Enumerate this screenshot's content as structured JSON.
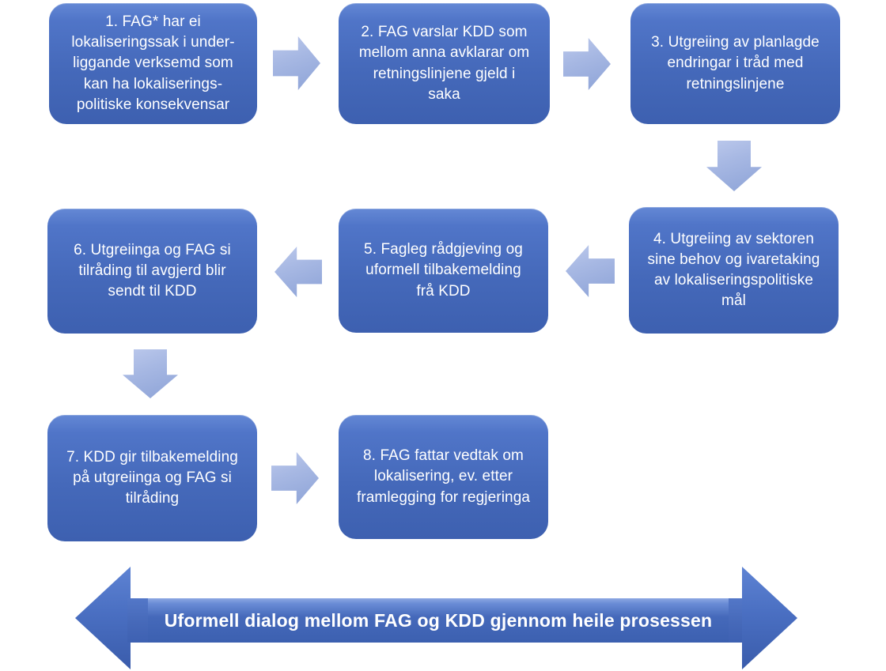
{
  "diagram": {
    "steps": [
      {
        "number": 1,
        "text": "1. FAG* har ei\nlokaliseringssak i under-\nliggande verksemd som\nkan ha  lokaliserings-\npolitiske konsekvensar"
      },
      {
        "number": 2,
        "text": "2. FAG varslar KDD som\nmellom anna avklarar om\nretningslinjene gjeld i\nsaka"
      },
      {
        "number": 3,
        "text": "3. Utgreiing av planlagde\nendringar i tråd med\nretningslinjene"
      },
      {
        "number": 4,
        "text": "4. Utgreiing av sektoren\nsine behov og ivaretaking\nav  lokaliseringspolitiske\nmål"
      },
      {
        "number": 5,
        "text": "5. Fagleg rådgjeving og\nuformell tilbakemelding\nfrå KDD"
      },
      {
        "number": 6,
        "text": "6. Utgreiinga og FAG si\ntilråding til avgjerd blir\nsendt til KDD"
      },
      {
        "number": 7,
        "text": "7. KDD gir tilbakemelding\npå utgreiinga og FAG si\ntilråding"
      },
      {
        "number": 8,
        "text": "8. FAG fattar vedtak om\nlokalisering, ev. etter\nframlegging for regjeringa"
      }
    ],
    "connectors": [
      {
        "from": 1,
        "to": 2,
        "direction": "right"
      },
      {
        "from": 2,
        "to": 3,
        "direction": "right"
      },
      {
        "from": 3,
        "to": 4,
        "direction": "down"
      },
      {
        "from": 4,
        "to": 5,
        "direction": "left"
      },
      {
        "from": 5,
        "to": 6,
        "direction": "left"
      },
      {
        "from": 6,
        "to": 7,
        "direction": "down"
      },
      {
        "from": 7,
        "to": 8,
        "direction": "right"
      }
    ],
    "banner": {
      "text": "Uformell dialog mellom FAG og KDD gjennom heile prosessen"
    },
    "colors": {
      "box_gradient_top": "#6488d5",
      "box_gradient_bottom": "#3d60b0",
      "connector_light": "#bcc9ec",
      "connector_dark": "#8da3d7",
      "banner_gradient_top": "#5e83d3",
      "banner_gradient_bottom": "#3a5cab",
      "text": "#ffffff",
      "background": "#ffffff"
    }
  }
}
